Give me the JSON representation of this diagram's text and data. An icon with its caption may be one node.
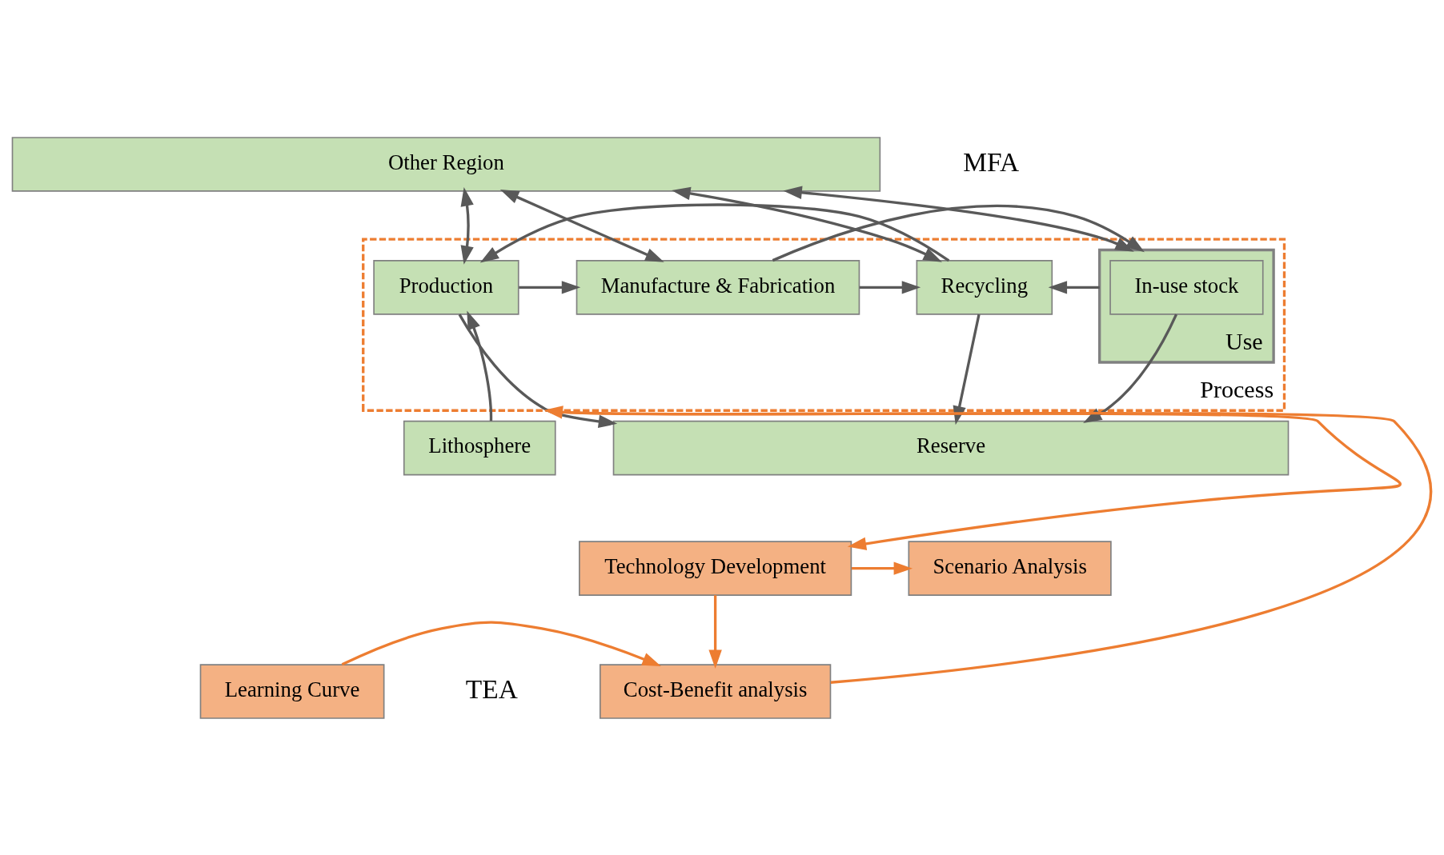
{
  "diagram": {
    "nodes": [
      {
        "text": [
          "Other Region"
        ]
      },
      {
        "text": [
          "Process"
        ]
      },
      {
        "text": [
          "Production"
        ],
        "in": 1
      },
      {
        "text": [
          "Manufacture & Fabrication"
        ],
        "in": 1
      },
      {
        "text": [
          "Use"
        ],
        "in": 1
      },
      {
        "text": [
          "In-use stock"
        ],
        "in": 4
      },
      {
        "text": [
          "Recycling"
        ],
        "in": 1
      },
      {
        "text": [
          "Lithosphere"
        ]
      },
      {
        "text": [
          "Reserve"
        ]
      },
      {
        "text": [
          "Scenario Analysis"
        ]
      },
      {
        "text": [
          "Technology Development"
        ]
      },
      {
        "text": [
          "Cost-Benefit analysis"
        ]
      },
      {
        "text": [
          "Learning Curve"
        ]
      }
    ],
    "edges": [
      {
        "from": 0,
        "to": 2,
        "arrow": "both"
      },
      {
        "from": 0,
        "to": 3,
        "arrow": "both"
      },
      {
        "from": 0,
        "to": 4,
        "arrow": "both"
      },
      {
        "from": 0,
        "to": 6,
        "arrow": "both"
      },
      {
        "from": 3,
        "to": 6,
        "arrow": "to"
      },
      {
        "from": 2,
        "to": 3,
        "arrow": "to"
      },
      {
        "from": 3,
        "to": 4,
        "arrow": "to"
      },
      {
        "from": 4,
        "to": 6,
        "arrow": "to"
      },
      {
        "from": 2,
        "to": 8,
        "arrow": "to"
      },
      {
        "from": 6,
        "to": 2,
        "arrow": "to"
      },
      {
        "from": 5,
        "to": 8,
        "arrow": "to"
      },
      {
        "from": 6,
        "to": 8,
        "arrow": "to"
      },
      {
        "from": 7,
        "to": 2,
        "arrow": "to"
      },
      {
        "from": 1,
        "to": 10,
        "arrow": "to",
        "color": "#ed7d31"
      },
      {
        "from": 10,
        "to": 9,
        "arrow": "to",
        "color": "#ed7d31"
      },
      {
        "from": 10,
        "to": 11,
        "arrow": "to",
        "color": "#ed7d31"
      },
      {
        "from": 12,
        "to": 11,
        "arrow": "to",
        "color": "#ed7d31"
      },
      {
        "from": 11,
        "to": 1,
        "arrow": "to",
        "color": "#ed7d31"
      }
    ],
    "labels": [
      "MFA",
      "TEA"
    ]
  }
}
